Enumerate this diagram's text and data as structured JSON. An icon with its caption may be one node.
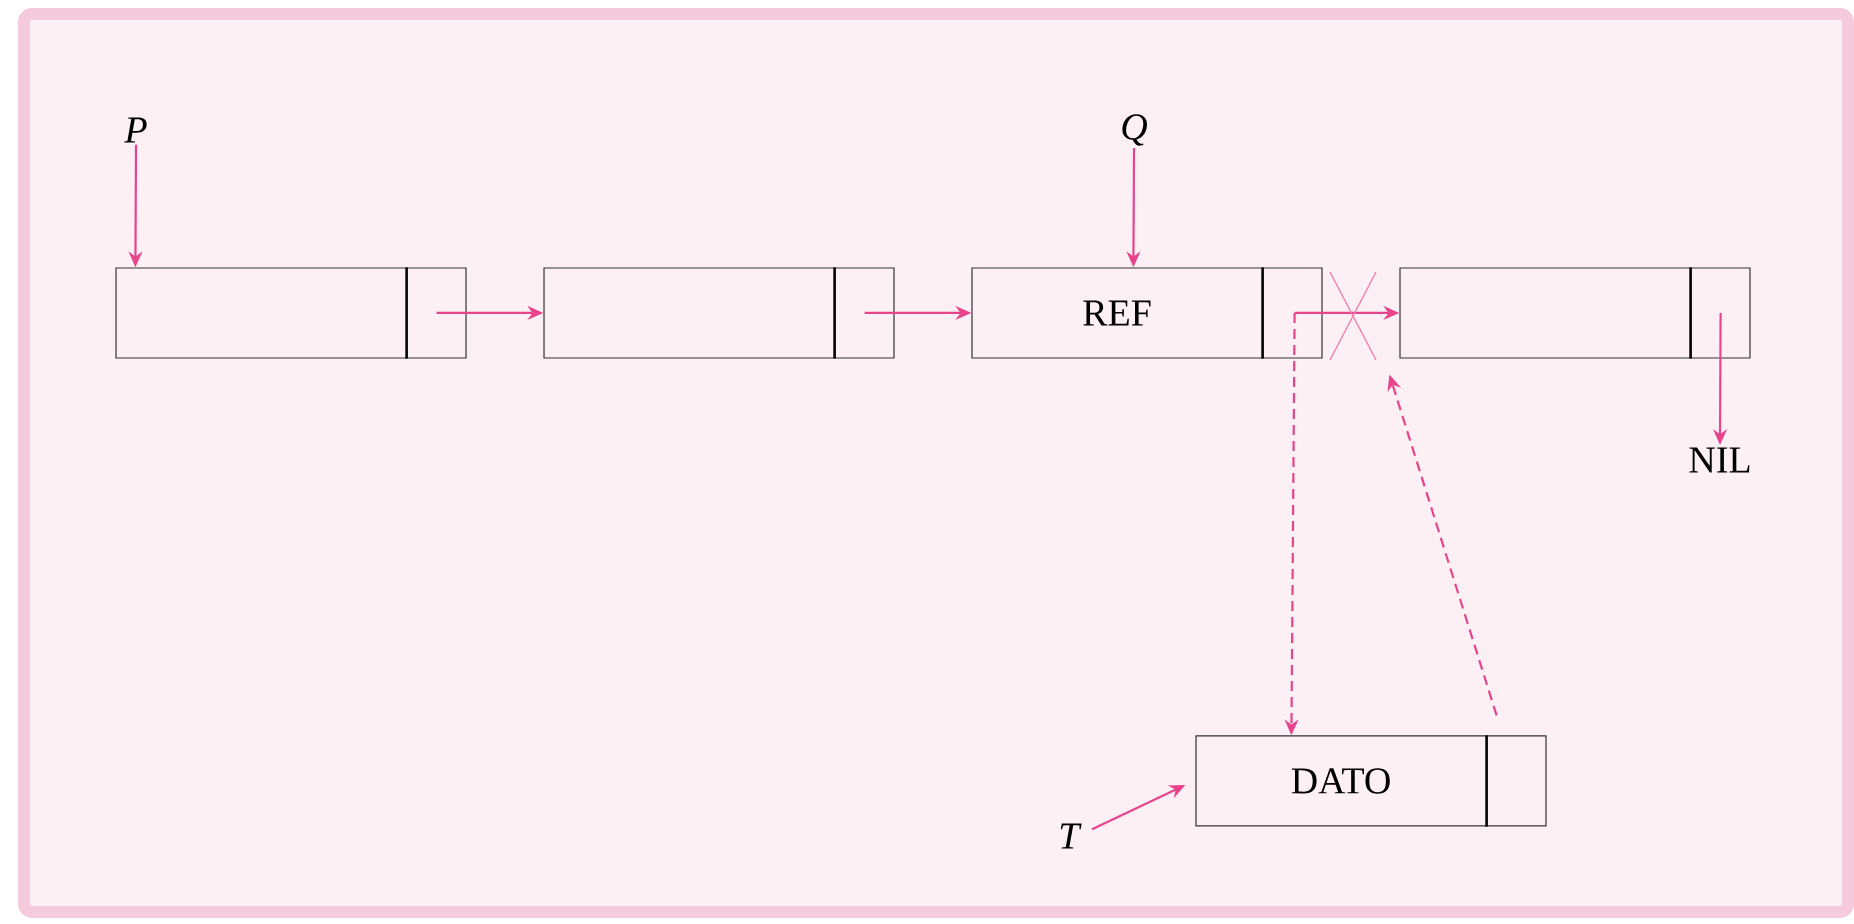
{
  "diagram": {
    "nodes": [
      {
        "text": [
          "*P*"
        ]
      },
      {
        "text": [
          "*Q*"
        ]
      },
      {
        "text": [],
        "shape": "box"
      },
      {
        "text": [],
        "shape": "box"
      },
      {
        "text": [
          "REF"
        ]
      },
      {
        "text": [],
        "shape": "box"
      },
      {
        "text": [
          "NIL"
        ]
      },
      {
        "text": [
          "*T*"
        ]
      },
      {
        "text": [
          "DATO"
        ]
      }
    ],
    "edges": [
      {
        "from": 0,
        "to": 2,
        "arrow": "to"
      },
      {
        "from": 2,
        "to": 3,
        "arrow": "to"
      },
      {
        "from": 3,
        "to": 4,
        "arrow": "to"
      },
      {
        "from": 1,
        "to": 4,
        "arrow": "to"
      },
      {
        "from": 4,
        "to": 5,
        "arrow": "to"
      },
      {
        "from": 5,
        "to": 6,
        "arrow": "to"
      },
      {
        "from": 4,
        "to": 8,
        "arrow": "to",
        "style": "dashed"
      },
      {
        "from": 8,
        "to": 5,
        "arrow": "to",
        "style": "dashed"
      },
      {
        "from": 7,
        "to": 8,
        "arrow": "to"
      }
    ]
  }
}
